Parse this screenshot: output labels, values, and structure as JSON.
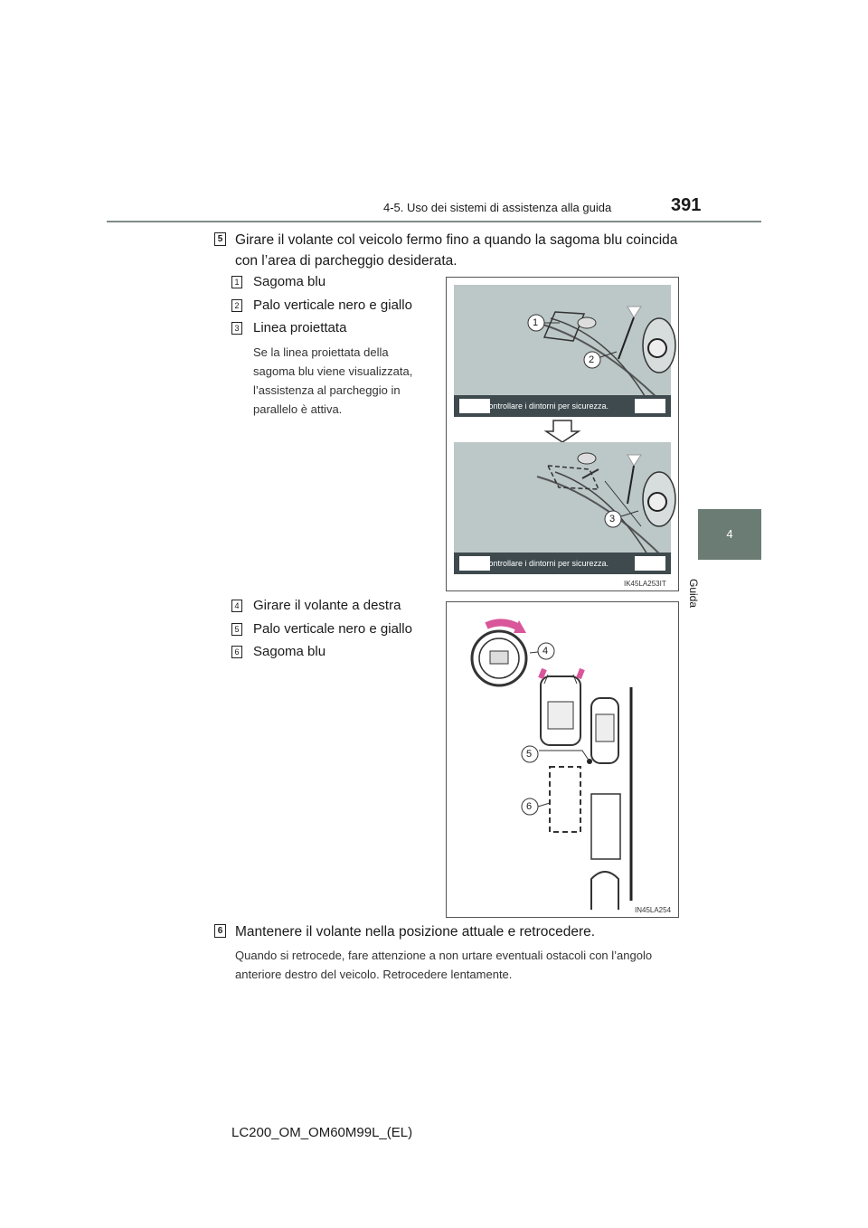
{
  "header": {
    "section": "4-5. Uso dei sistemi di assistenza alla guida",
    "page_number": "391"
  },
  "side_tab": {
    "chapter": "4",
    "label": "Guida"
  },
  "step5": {
    "number": "5",
    "text_line1": "Girare il volante col veicolo fermo fino a quando la sagoma blu coincida",
    "text_line2": "con l’area di parcheggio desiderata.",
    "items": [
      {
        "number": "1",
        "label": "Sagoma blu"
      },
      {
        "number": "2",
        "label": "Palo verticale nero e giallo"
      },
      {
        "number": "3",
        "label": "Linea proiettata"
      }
    ],
    "note_lines": [
      "Se la linea proiettata della",
      "sagoma blu viene visualizzata,",
      "l’assistenza al parcheggio in",
      "parallelo è attiva."
    ]
  },
  "figure1": {
    "code": "IK45LA253IT",
    "banner_text": "Controllare i dintorni per sicurezza.",
    "callouts": [
      "1",
      "2",
      "3"
    ]
  },
  "list2": {
    "items": [
      {
        "number": "4",
        "label": "Girare il volante a destra"
      },
      {
        "number": "5",
        "label": "Palo verticale nero e giallo"
      },
      {
        "number": "6",
        "label": "Sagoma blu"
      }
    ]
  },
  "figure2": {
    "code": "IN45LA254",
    "callouts": [
      "4",
      "5",
      "6"
    ]
  },
  "step6": {
    "number": "6",
    "text": "Mantenere il volante nella posizione attuale e retrocedere.",
    "note_line1": "Quando si retrocede, fare attenzione a non urtare eventuali ostacoli con l’angolo",
    "note_line2": "anteriore destro del veicolo. Retrocedere lentamente."
  },
  "footer": {
    "doc_code": "LC200_OM_OM60M99L_(EL)"
  },
  "colors": {
    "rule": "#7f8c86",
    "tab": "#6b7c74",
    "screen_bg": "#bcc7c7",
    "banner": "#3e4a4e",
    "pink_arrow": "#d9569a"
  }
}
